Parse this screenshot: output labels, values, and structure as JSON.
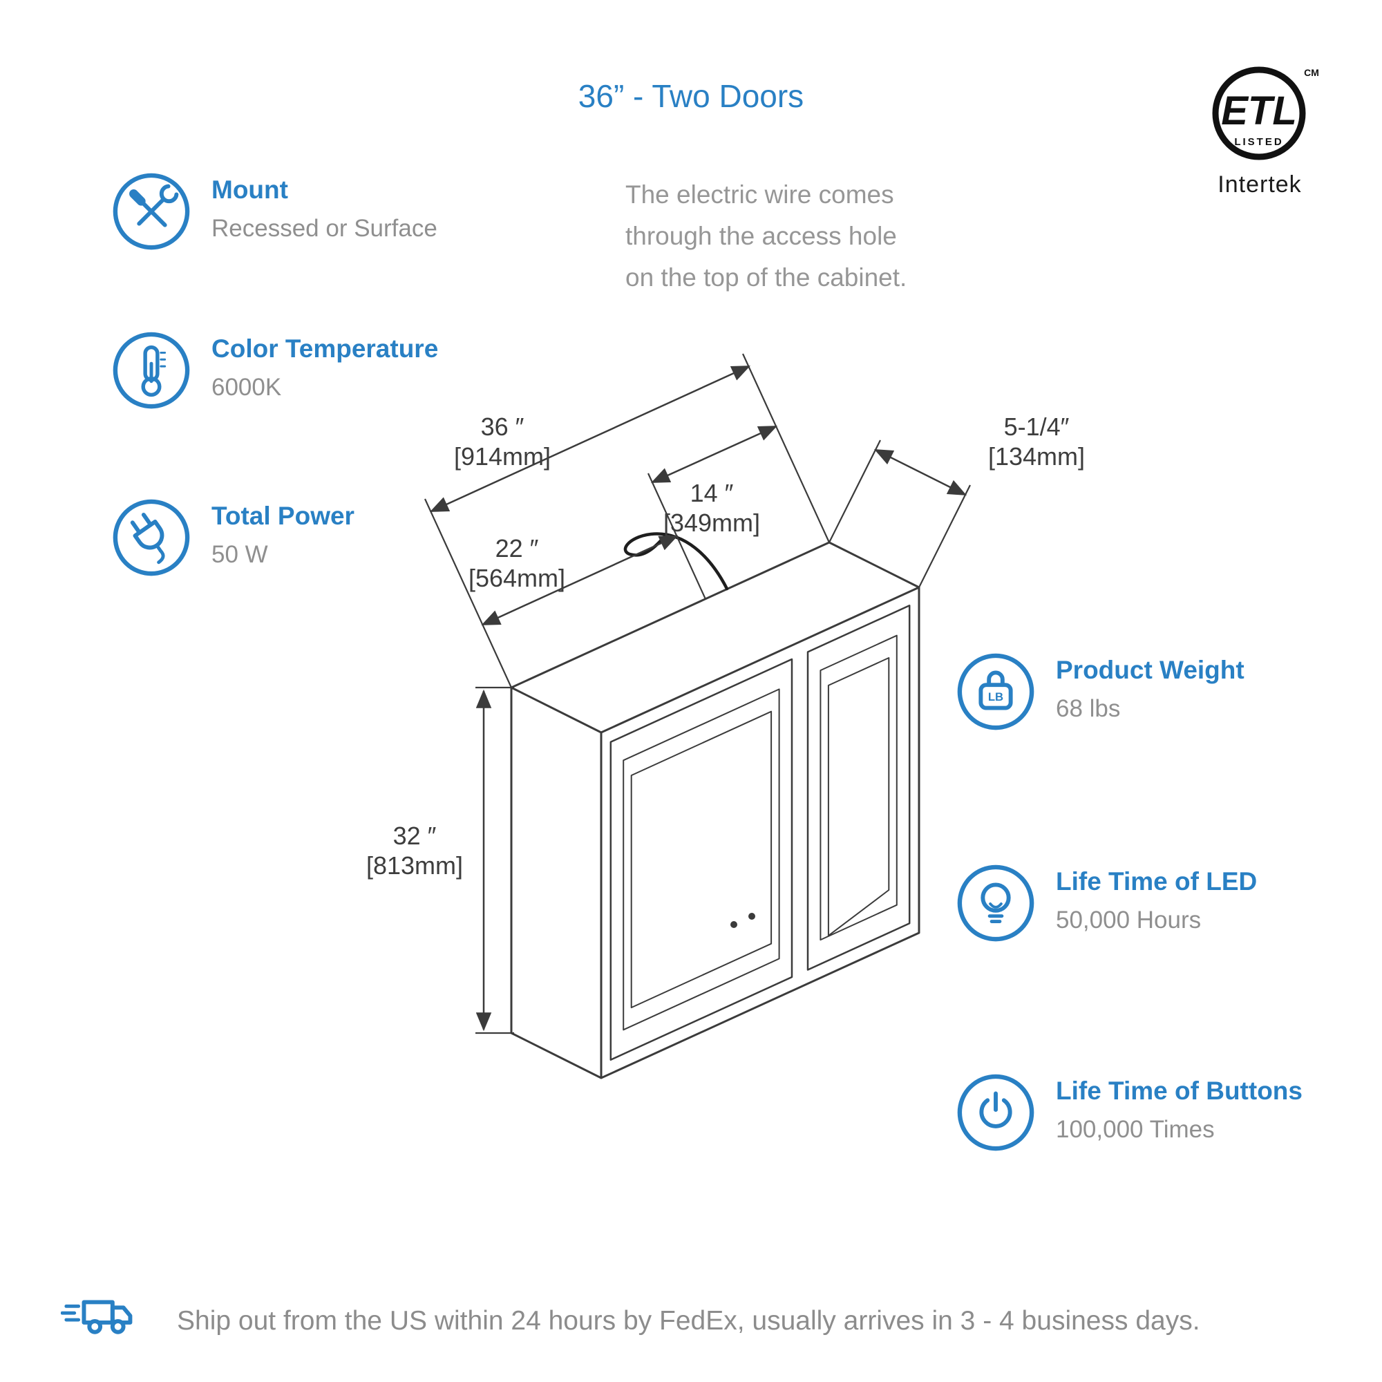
{
  "title": "36” - Two Doors",
  "note": "The electric wire comes\nthrough the access hole\non the top of the cabinet.",
  "certification": {
    "mark": "ETL",
    "listed": "LISTED",
    "cm": "CM",
    "brand": "Intertek"
  },
  "specs_left": [
    {
      "icon": "tools-icon",
      "label": "Mount",
      "value": "Recessed or Surface"
    },
    {
      "icon": "thermometer-icon",
      "label": "Color Temperature",
      "value": "6000K"
    },
    {
      "icon": "plug-icon",
      "label": "Total Power",
      "value": "50 W"
    }
  ],
  "specs_right": [
    {
      "icon": "weight-icon",
      "icon_text": "LB",
      "label": "Product Weight",
      "value": "68 lbs"
    },
    {
      "icon": "bulb-icon",
      "label": "Life Time of LED",
      "value": "50,000 Hours"
    },
    {
      "icon": "power-icon",
      "label": "Life Time of Buttons",
      "value": "100,000 Times"
    }
  ],
  "dimensions": {
    "overall_width": {
      "inch": "36 ″",
      "mm": "[914mm]"
    },
    "hole_to_right": {
      "inch": "14 ″",
      "mm": "[349mm]"
    },
    "depth": {
      "inch": "5-1/4″",
      "mm": "[134mm]"
    },
    "left_to_hole": {
      "inch": "22 ″",
      "mm": "[564mm]"
    },
    "height": {
      "inch": "32 ″",
      "mm": "[813mm]"
    }
  },
  "shipping": "Ship out from the US within 24 hours by FedEx, usually arrives in 3 - 4 business days.",
  "colors": {
    "accent": "#2980c4",
    "gray": "#8f8f8f",
    "line": "#3b3b3b"
  }
}
